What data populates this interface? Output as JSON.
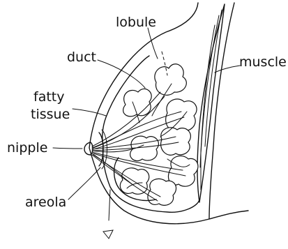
{
  "labels": {
    "lobule": "lobule",
    "duct": "duct",
    "muscle": "muscle",
    "fatty": "fatty",
    "tissue": "tissue",
    "nipple": "nipple",
    "areola": "areola"
  }
}
